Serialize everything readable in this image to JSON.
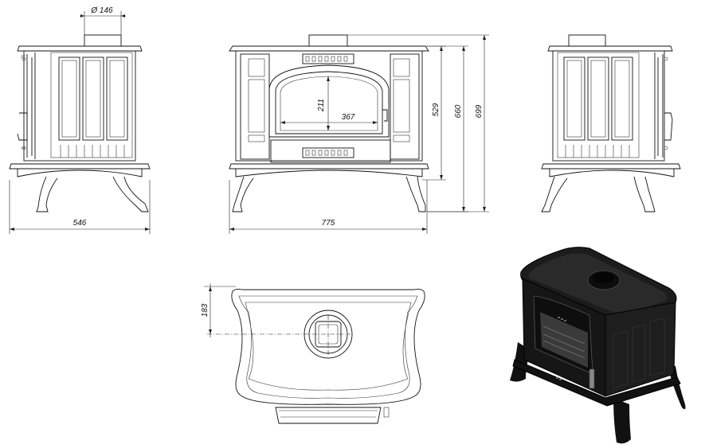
{
  "dimensions": {
    "flue_diameter": "Ø 146",
    "side_depth": "546",
    "front_width": "775",
    "window_height": "211",
    "window_width": "367",
    "height_1": "529",
    "height_2": "660",
    "height_3": "699",
    "top_offset": "183"
  },
  "colors": {
    "line": "#111111",
    "stove_body": "#1a1a1a"
  }
}
